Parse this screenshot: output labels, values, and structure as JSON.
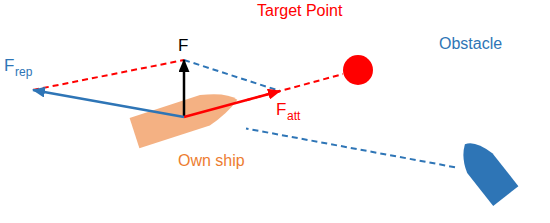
{
  "diagram": {
    "nodes": [
      {
        "text": [
          "Target Point"
        ]
      },
      {
        "text": [
          "Own ship"
        ]
      },
      {
        "text": [
          "Obstacle"
        ]
      }
    ],
    "edges": [
      {
        "from": 1,
        "to": 0,
        "arrow": "none"
      },
      {
        "from": 2,
        "to": 1,
        "arrow": "none"
      }
    ],
    "labels": [
      "F",
      "F",
      "att",
      "F",
      "rep"
    ]
  }
}
